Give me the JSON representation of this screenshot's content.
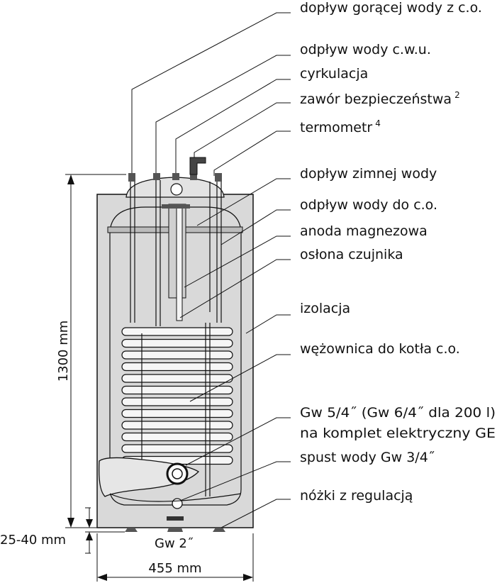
{
  "labels": [
    {
      "id": "hot-inlet",
      "text": "dopływ gorącej wody z c.o."
    },
    {
      "id": "hot-outlet",
      "text": "odpływ wody c.w.u."
    },
    {
      "id": "circulation",
      "text": "cyrkulacja"
    },
    {
      "id": "safety-valve",
      "text": "zawór bezpieczeństwa",
      "sup": "2"
    },
    {
      "id": "thermometer",
      "text": "termometr",
      "sup": "4"
    },
    {
      "id": "cold-inlet",
      "text": "dopływ zimnej wody"
    },
    {
      "id": "co-outlet",
      "text": "odpływ wody do c.o."
    },
    {
      "id": "anode",
      "text": "anoda magnezowa"
    },
    {
      "id": "sensor-cover",
      "text": "osłona czujnika"
    },
    {
      "id": "insulation",
      "text": "izolacja"
    },
    {
      "id": "coil",
      "text": "wężownica do kotła c.o."
    },
    {
      "id": "heater-port-1",
      "text": "Gw 5/4˝ (Gw 6/4˝ dla 200 l)"
    },
    {
      "id": "heater-port-2",
      "text": "na komplet elektryczny GE"
    },
    {
      "id": "drain",
      "text": "spust wody Gw 3/4˝"
    },
    {
      "id": "feet",
      "text": "nóżki z regulacją"
    }
  ],
  "dimensions": {
    "height": "1300 mm",
    "feet": "25-40 mm",
    "bottom_port": "Gw 2˝",
    "width": "455 mm"
  },
  "colors": {
    "line": "#111111",
    "insulation": "#d9d9d9",
    "tank": "#ebebeb",
    "background": "#ffffff"
  }
}
